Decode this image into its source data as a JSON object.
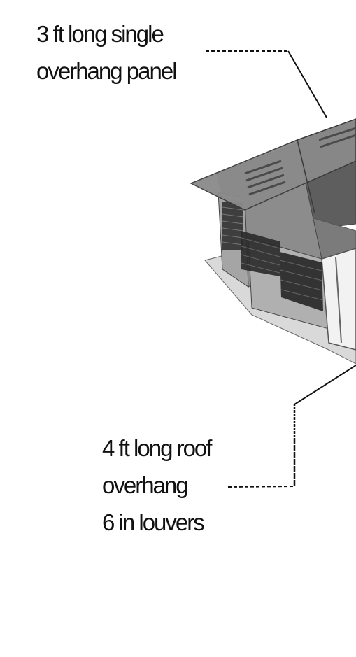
{
  "annotations": {
    "top": {
      "lines": [
        "3 ft long single",
        "overhang panel"
      ]
    },
    "bottom": {
      "lines": [
        "4 ft long roof",
        "overhang",
        "6 in louvers"
      ]
    }
  },
  "colors": {
    "text": "#111111",
    "leader": "#111111",
    "roof": "#8a8a8a",
    "wall": "#9e9e9e",
    "louver": "#2e2e2e",
    "floor": "#d6d6d6"
  }
}
